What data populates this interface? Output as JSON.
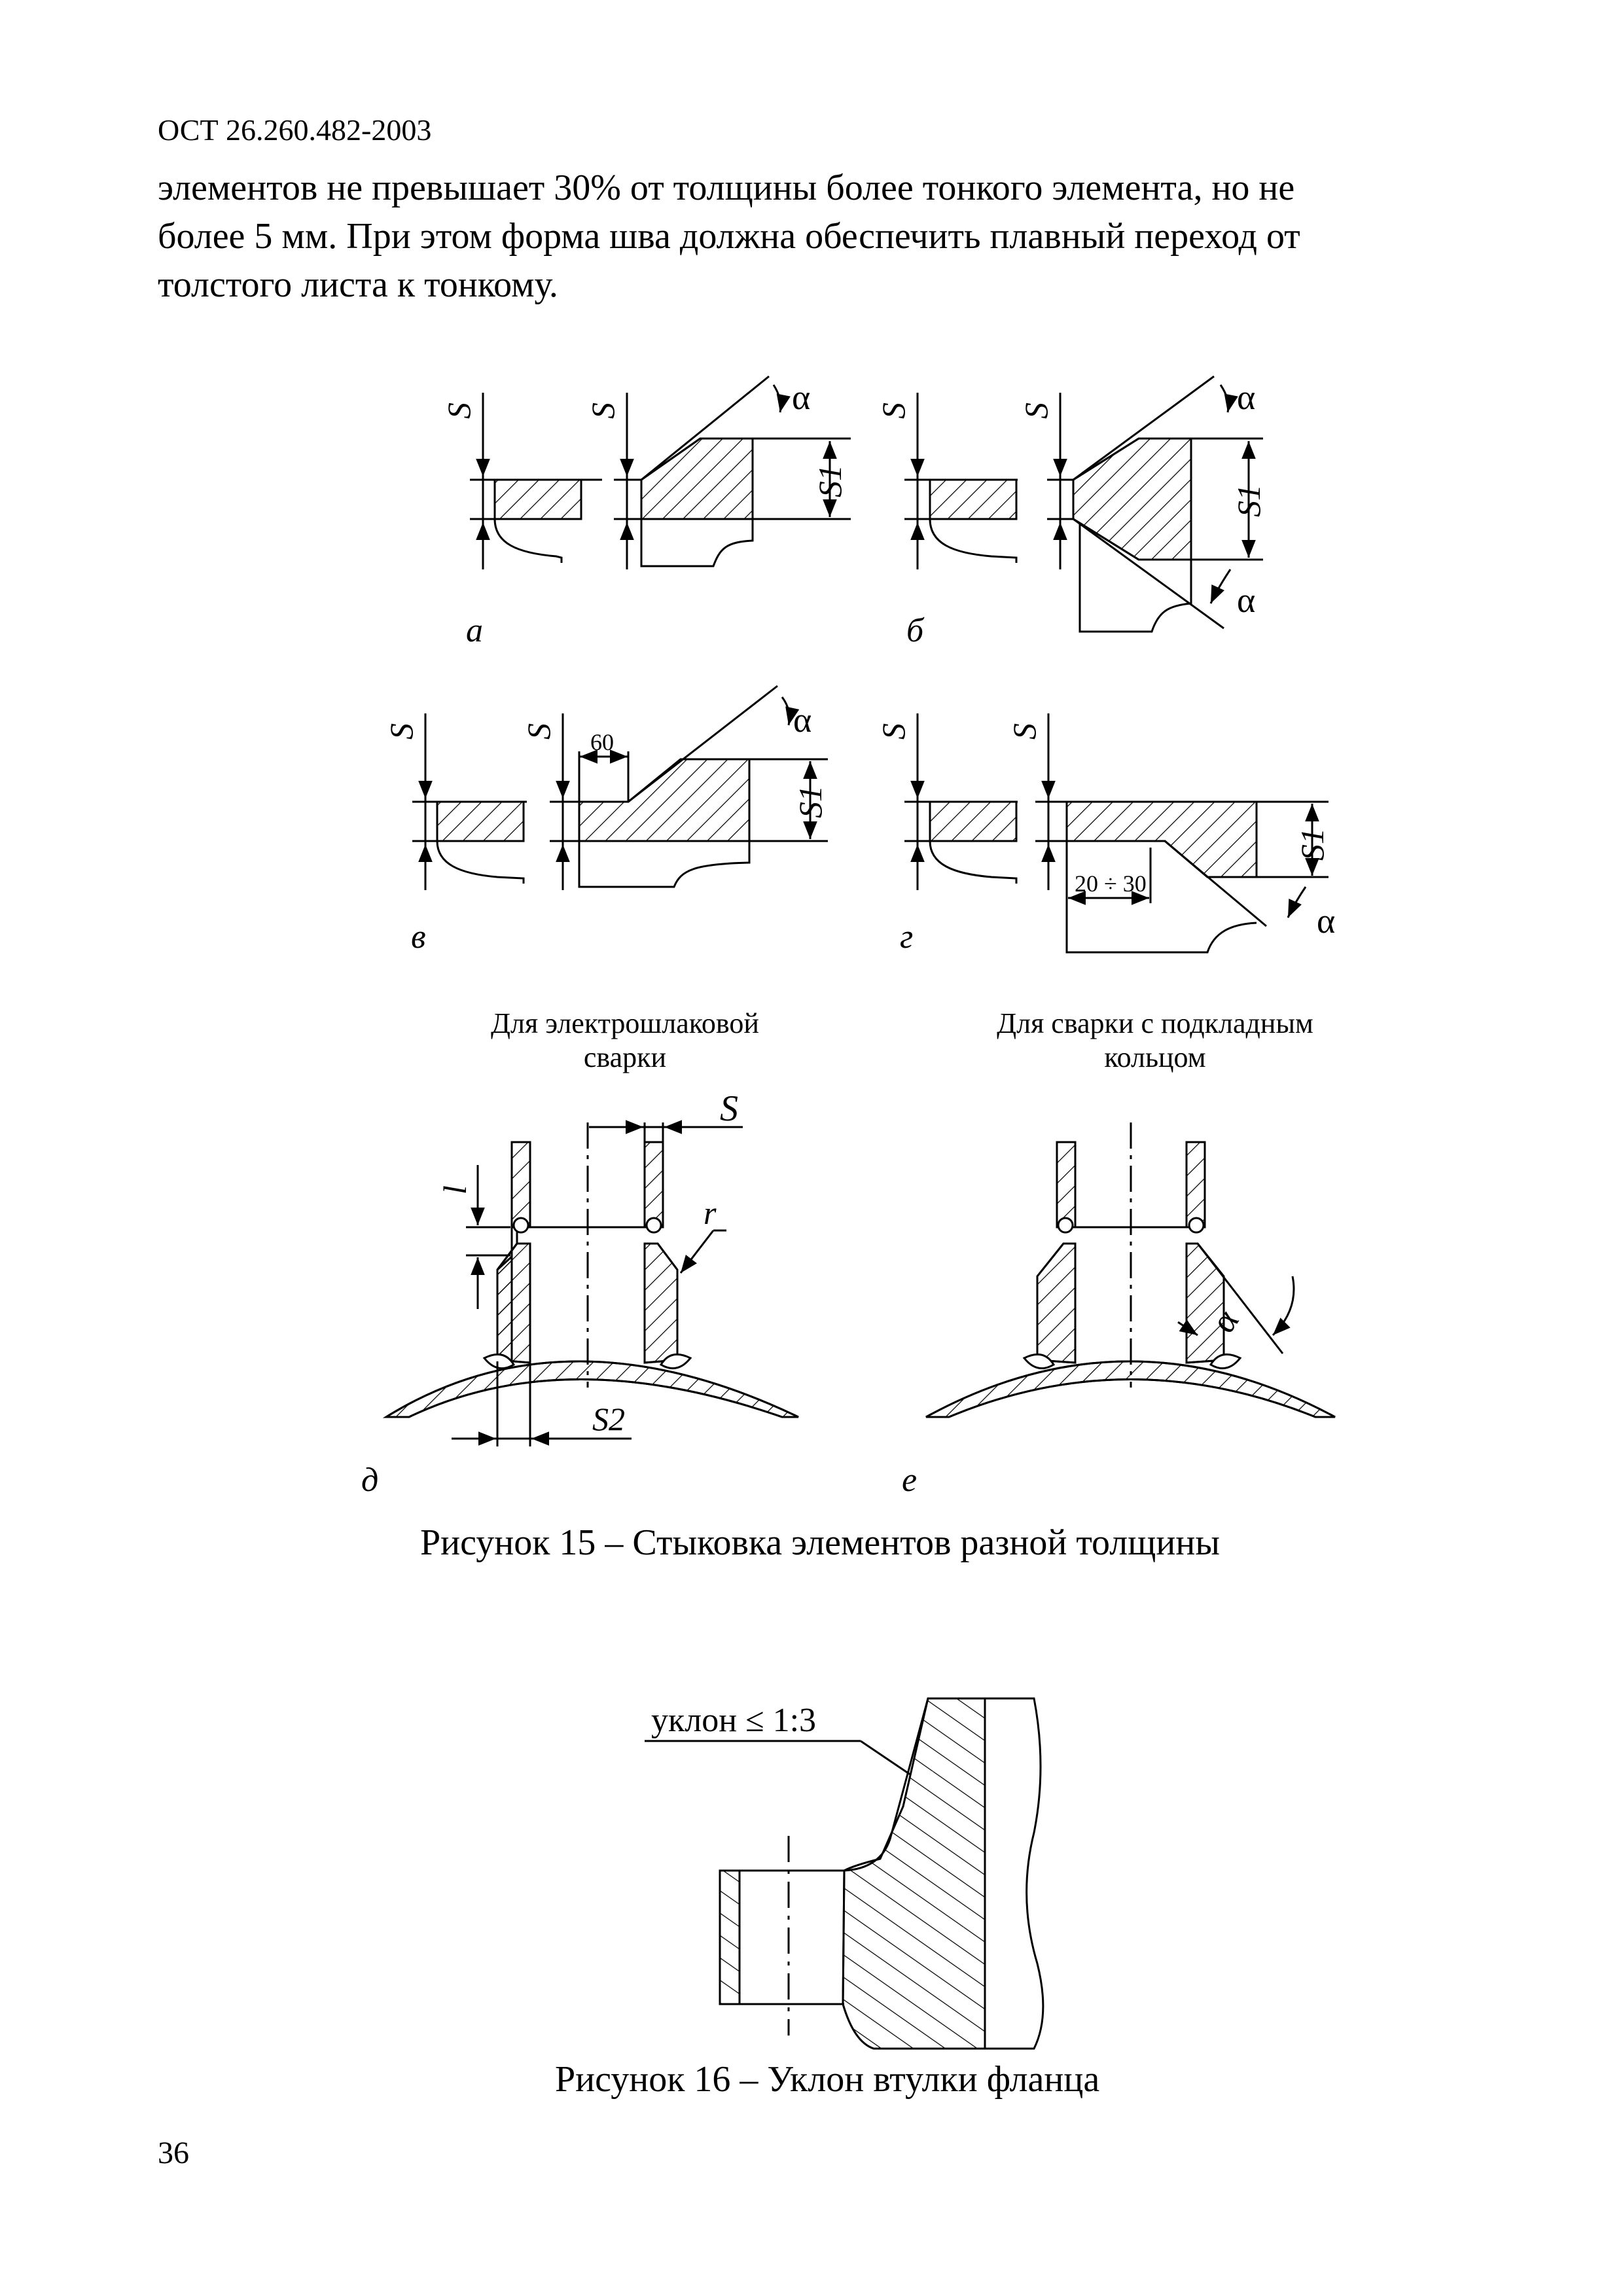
{
  "header": "ОСТ 26.260.482-2003",
  "paragraph": {
    "line1": "элементов не превышает 30% от толщины более тонкого элемента, но не",
    "line2": "более 5 мм. При этом форма шва должна обеспечить плавный переход от",
    "line3": "толстого листа к тонкому."
  },
  "figure15": {
    "sub_a": "а",
    "sub_b": "б",
    "sub_v": "в",
    "sub_g": "г",
    "sub_d": "д",
    "sub_e": "е",
    "note_left_1": "Для электрошлаковой",
    "note_left_2": "сварки",
    "note_right_1": "Для сварки с подкладным",
    "note_right_2": "кольцом",
    "label_S": "S",
    "label_S1": "S1",
    "label_S2": "S2",
    "label_alpha": "α",
    "label_l": "l",
    "label_r": "r",
    "dim_60": "60",
    "dim_20_30": "20 ÷ 30",
    "caption": "Рисунок 15 – Стыковка элементов разной толщины"
  },
  "figure16": {
    "slope_label": "уклон ≤ 1:3",
    "caption": "Рисунок 16 – Уклон втулки фланца"
  },
  "page_number": "36"
}
